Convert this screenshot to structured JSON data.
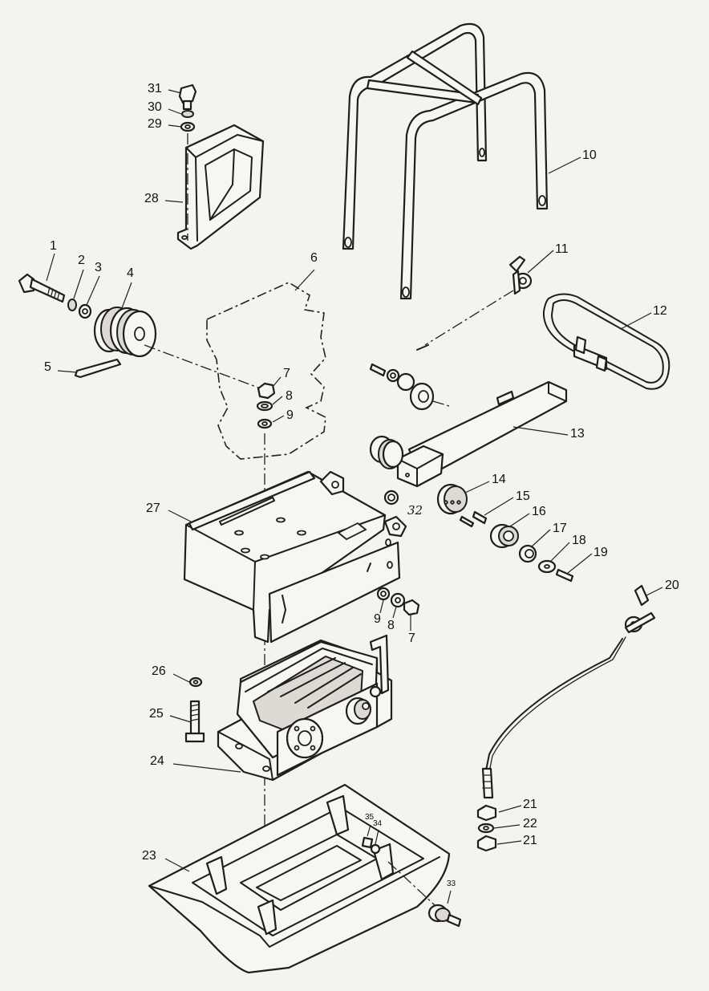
{
  "diagram": {
    "type": "exploded parts diagram",
    "callouts": [
      "1",
      "2",
      "3",
      "4",
      "5",
      "6",
      "7",
      "8",
      "9",
      "10",
      "11",
      "12",
      "13",
      "14",
      "15",
      "16",
      "17",
      "18",
      "19",
      "20",
      "21",
      "22",
      "21",
      "23",
      "24",
      "25",
      "26",
      "27",
      "28",
      "29",
      "30",
      "31",
      "7",
      "8",
      "9",
      "33",
      "34",
      "35",
      "32"
    ]
  }
}
